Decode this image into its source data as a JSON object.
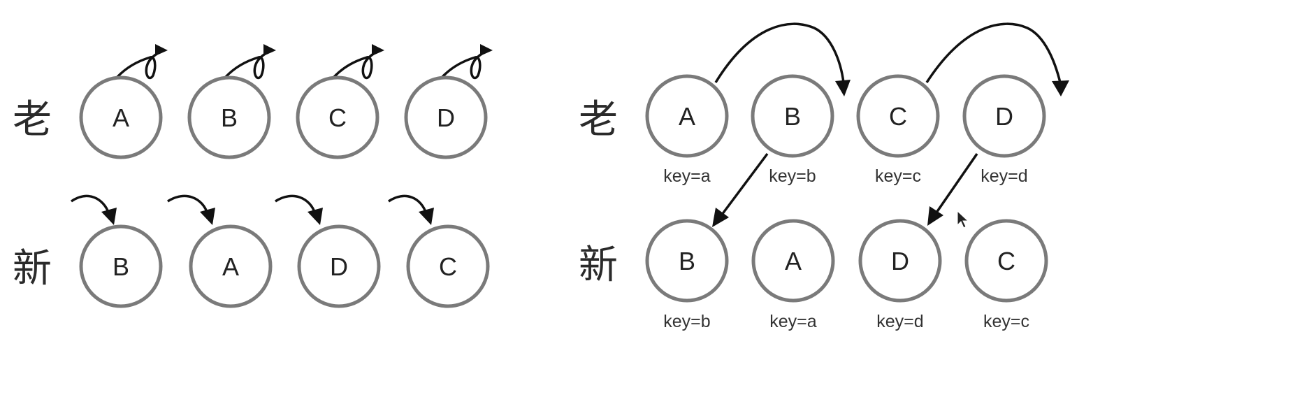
{
  "left_panel": {
    "old_row": {
      "label": "老",
      "nodes": [
        "A",
        "B",
        "C",
        "D"
      ]
    },
    "new_row": {
      "label": "新",
      "nodes": [
        "B",
        "A",
        "D",
        "C"
      ]
    }
  },
  "right_panel": {
    "old_row": {
      "label": "老",
      "nodes": [
        {
          "letter": "A",
          "key": "key=a"
        },
        {
          "letter": "B",
          "key": "key=b"
        },
        {
          "letter": "C",
          "key": "key=c"
        },
        {
          "letter": "D",
          "key": "key=d"
        }
      ]
    },
    "new_row": {
      "label": "新",
      "nodes": [
        {
          "letter": "B",
          "key": "key=b"
        },
        {
          "letter": "A",
          "key": "key=a"
        },
        {
          "letter": "D",
          "key": "key=d"
        },
        {
          "letter": "C",
          "key": "key=c"
        }
      ]
    }
  },
  "colors": {
    "circle_stroke": "#7a7a7a",
    "arrow": "#111111",
    "text": "#222222"
  }
}
